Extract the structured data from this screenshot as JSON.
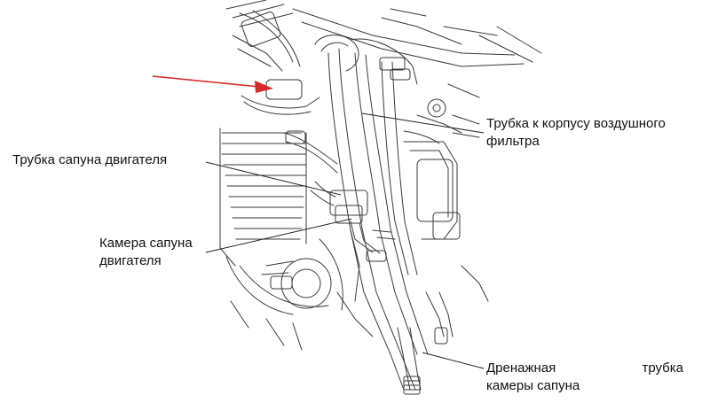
{
  "labels": {
    "air_filter_tube": [
      "Трубка к корпусу воздушного",
      "фильтра"
    ],
    "breather_tube": "Трубка сапуна двигателя",
    "breather_chamber": [
      "Камера сапуна",
      "двигателя"
    ],
    "drain_tube": {
      "line1_left": "Дренажная",
      "line1_right": "трубка",
      "line2": "камеры сапуна"
    }
  },
  "colors": {
    "arrow": "#d42a2a",
    "line_art": "#3a3a3a",
    "leader": "#222222"
  }
}
